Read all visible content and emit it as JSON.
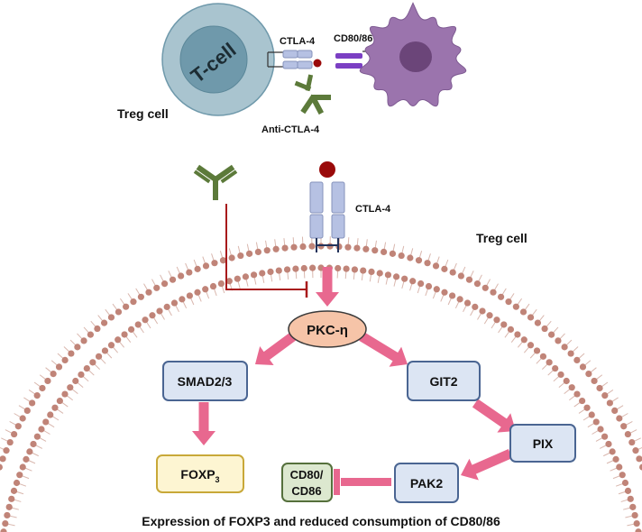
{
  "labels": {
    "tcell": "T-cell",
    "treg_top": "Treg cell",
    "ctla4_top": "CTLA-4",
    "cd8086_top": "CD80/86",
    "anti_ctla4": "Anti-CTLA-4",
    "ctla4_membrane": "CTLA-4",
    "treg_membrane": "Treg cell",
    "footer": "Expression of FOXP3 and reduced consumption of CD80/86"
  },
  "nodes": {
    "pkc": "PKC-η",
    "smad": "SMAD2/3",
    "git2": "GIT2",
    "foxp3_main": "FOXP",
    "foxp3_sub": "3",
    "pix": "PIX",
    "pak2": "PAK2",
    "cd80_line1": "CD80/",
    "cd80_line2": "CD86"
  },
  "colors": {
    "tcell_outer": "#a9c4cf",
    "tcell_inner": "#6f99ab",
    "dendritic": "#9b74ad",
    "dendritic_nucleus": "#6b4579",
    "receptor": "#b6c1e3",
    "receptor_stroke": "#8592bb",
    "ligand_red": "#9a0a0a",
    "cd80_purple": "#7b3fc3",
    "antibody_green": "#5c7a3a",
    "membrane_bead": "#c08478",
    "arrow_pink": "#e8688f",
    "inhibit_red": "#a8191b",
    "pkc_fill": "#f6c4a8",
    "blue_box_fill": "#dce5f3",
    "blue_box_stroke": "#4a6592",
    "foxp3_fill": "#fdf5d2",
    "foxp3_stroke": "#c8a838",
    "cd80_fill": "#dce8cf",
    "cd80_stroke": "#55703c",
    "footer_color": "#111111"
  }
}
